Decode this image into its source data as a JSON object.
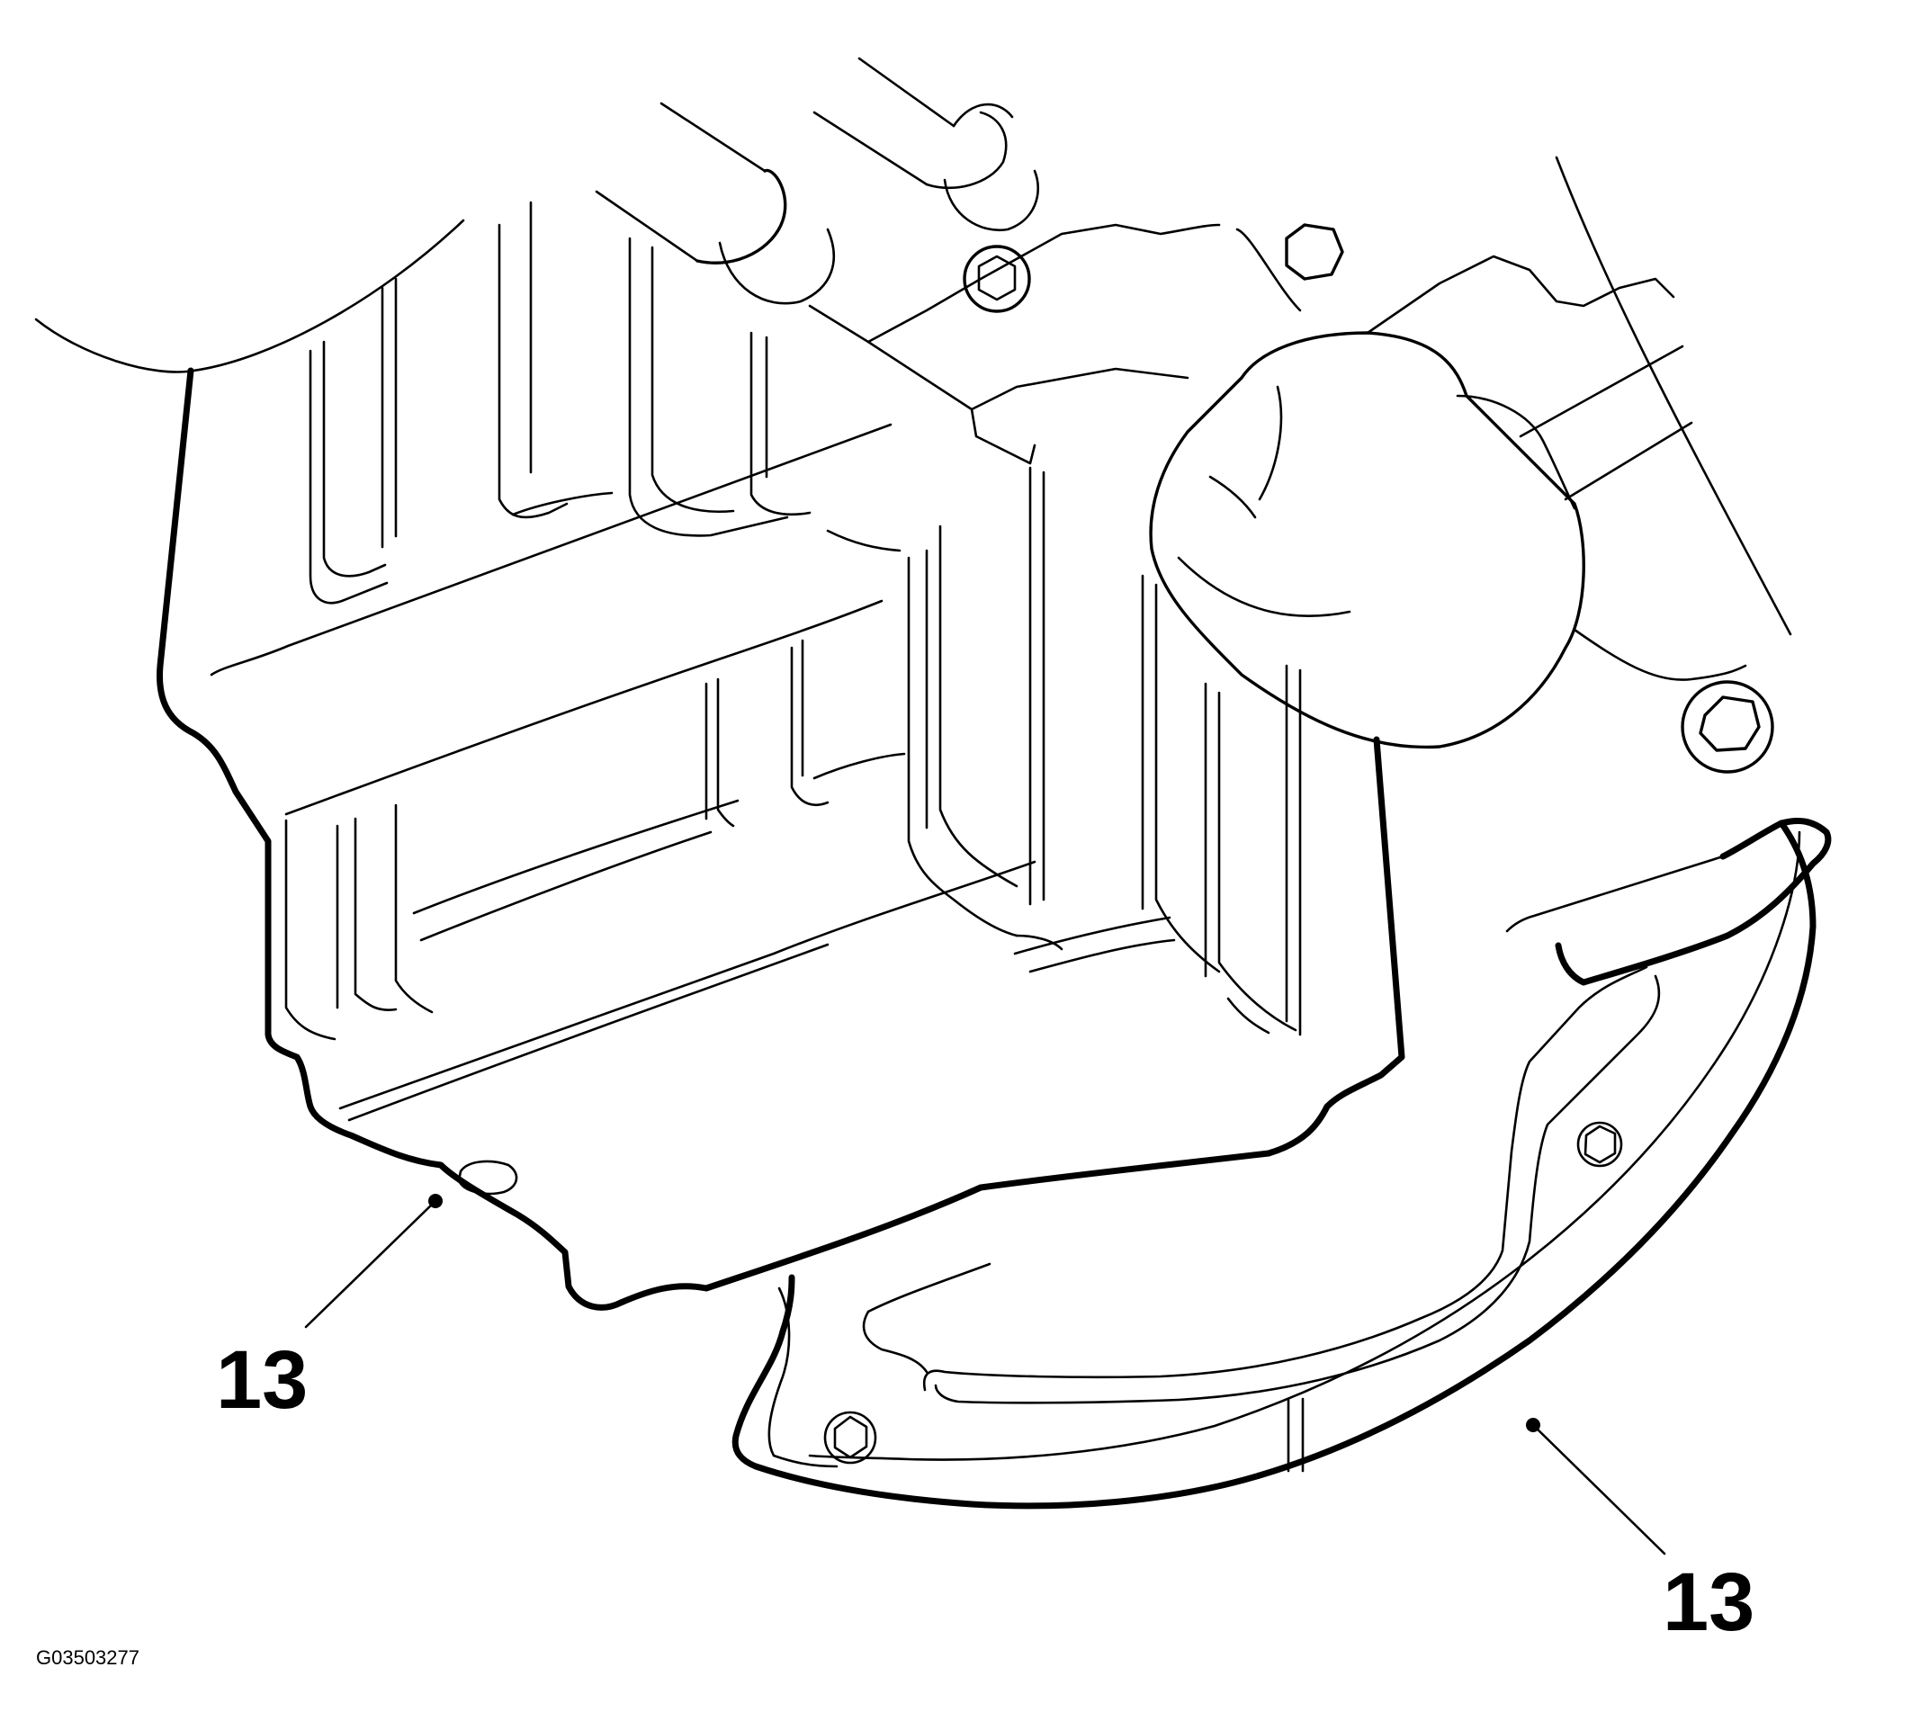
{
  "callouts": [
    {
      "label": "13",
      "target": "oil-pan-gasket"
    },
    {
      "label": "13",
      "target": "oil-pan-shield-gasket"
    }
  ],
  "figure_id": "G03503277"
}
